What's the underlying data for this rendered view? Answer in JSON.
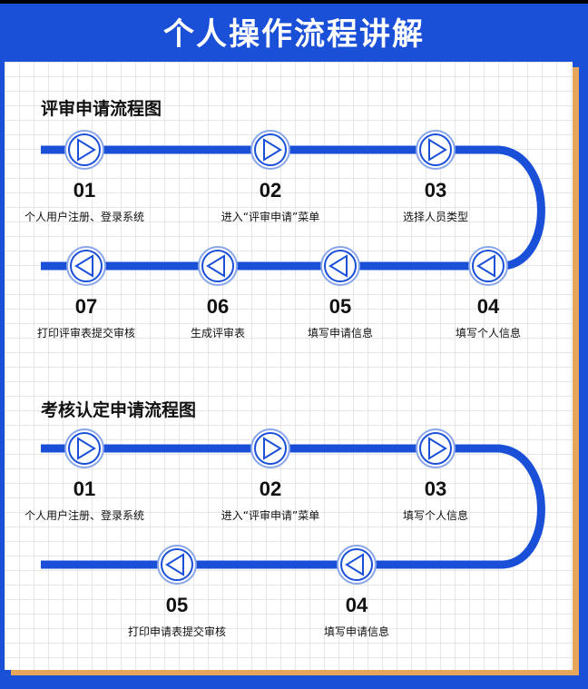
{
  "title": "个人操作流程讲解",
  "accent": "#1a4fd8",
  "sections": [
    {
      "title": "评审申请流程图",
      "steps": [
        {
          "num": "01",
          "label": "个人用户注册、登录系统"
        },
        {
          "num": "02",
          "label": "进入“评审申请”菜单"
        },
        {
          "num": "03",
          "label": "选择人员类型"
        },
        {
          "num": "04",
          "label": "填写个人信息"
        },
        {
          "num": "05",
          "label": "填写申请信息"
        },
        {
          "num": "06",
          "label": "生成评审表"
        },
        {
          "num": "07",
          "label": "打印评审表提交审核"
        }
      ]
    },
    {
      "title": "考核认定申请流程图",
      "steps": [
        {
          "num": "01",
          "label": "个人用户注册、登录系统"
        },
        {
          "num": "02",
          "label": "进入“评审申请”菜单"
        },
        {
          "num": "03",
          "label": "填写个人信息"
        },
        {
          "num": "04",
          "label": "填写申请信息"
        },
        {
          "num": "05",
          "label": "打印申请表提交审核"
        }
      ]
    }
  ]
}
